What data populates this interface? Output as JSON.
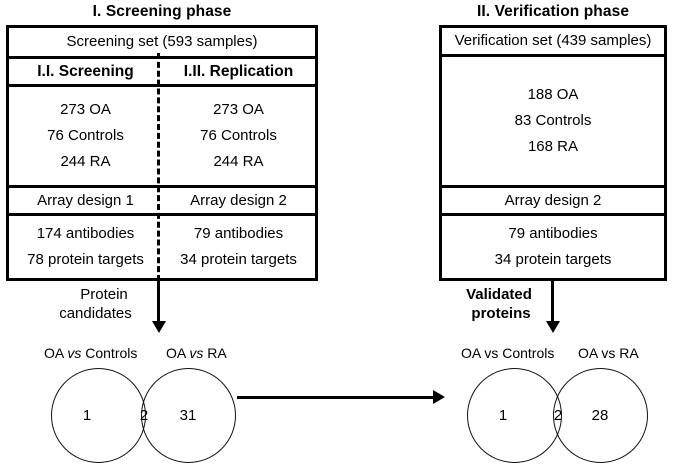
{
  "screening_phase": {
    "title": "I. Screening phase",
    "set_header": "Screening set (593 samples)",
    "columns": [
      {
        "header": "I.I. Screening",
        "samples": [
          "273 OA",
          "76 Controls",
          "244 RA"
        ],
        "array_design": "Array design 1",
        "antibodies": "174 antibodies",
        "protein_targets": "78 protein targets"
      },
      {
        "header": "I.II. Replication",
        "samples": [
          "273 OA",
          "76 Controls",
          "244 RA"
        ],
        "array_design": "Array design 2",
        "antibodies": "79 antibodies",
        "protein_targets": "34 protein targets"
      }
    ],
    "arrow_label_line1": "Protein",
    "arrow_label_line2": "candidates"
  },
  "verification_phase": {
    "title": "II. Verification phase",
    "set_header": "Verification set (439 samples)",
    "samples": [
      "188 OA",
      "83 Controls",
      "168 RA"
    ],
    "array_design": "Array design 2",
    "antibodies": "79 antibodies",
    "protein_targets": "34 protein targets",
    "arrow_label_line1": "Validated",
    "arrow_label_line2": "proteins"
  },
  "venn_left": {
    "left_label_prefix": "OA ",
    "left_label_vs": "vs",
    "left_label_suffix": " Controls",
    "right_label_prefix": "OA ",
    "right_label_vs": "vs",
    "right_label_suffix": " RA",
    "left_only": "1",
    "intersection": "2",
    "right_only": "31"
  },
  "venn_right": {
    "left_label": "OA vs Controls",
    "right_label": "OA vs RA",
    "left_only": "1",
    "intersection": "2",
    "right_only": "28"
  },
  "chart_data": {
    "type": "diagram",
    "title": "Study design flow: screening and verification phases",
    "venn_diagrams": [
      {
        "name": "Protein candidates",
        "sets": [
          "OA vs Controls",
          "OA vs RA"
        ],
        "left_only": 1,
        "intersection": 2,
        "right_only": 31
      },
      {
        "name": "Validated proteins",
        "sets": [
          "OA vs Controls",
          "OA vs RA"
        ],
        "left_only": 1,
        "intersection": 2,
        "right_only": 28
      }
    ],
    "sample_counts": {
      "screening_set_total": 593,
      "screening_subset": {
        "OA": 273,
        "Controls": 76,
        "RA": 244
      },
      "replication_subset": {
        "OA": 273,
        "Controls": 76,
        "RA": 244
      },
      "verification_set_total": 439,
      "verification_subset": {
        "OA": 188,
        "Controls": 83,
        "RA": 168
      }
    },
    "array_designs": {
      "design_1": {
        "antibodies": 174,
        "protein_targets": 78
      },
      "design_2": {
        "antibodies": 79,
        "protein_targets": 34
      }
    }
  },
  "colors": {
    "ink": "#000000",
    "background": "#ffffff"
  }
}
